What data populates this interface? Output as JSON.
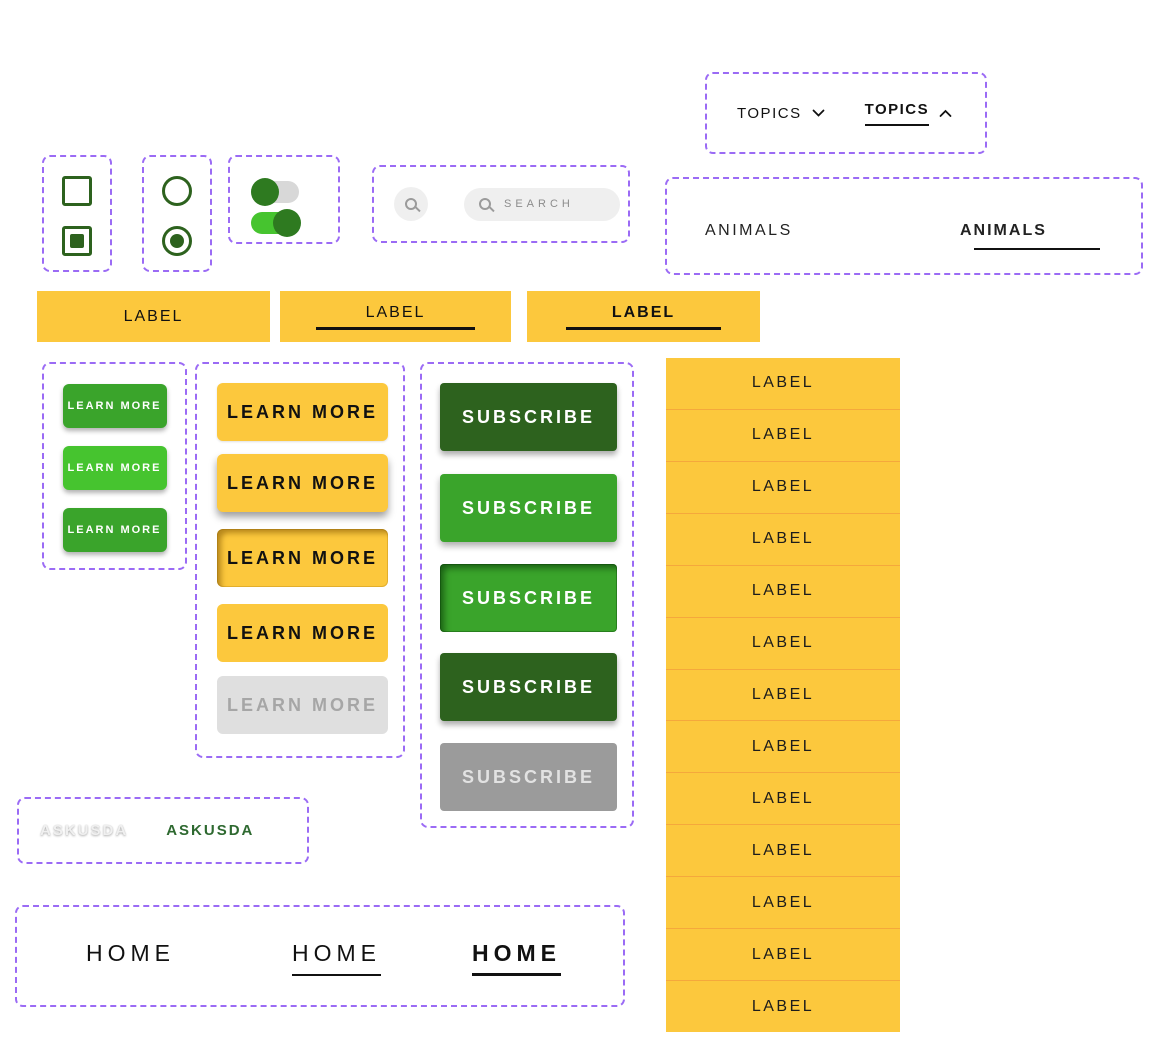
{
  "palette": {
    "purple": "#9B6BF5",
    "yellow": "#FCC83D",
    "yellow-line": "#F5A83C",
    "dark-green": "#2D621E",
    "green": "#3AA42B",
    "bright-green": "#46C42F",
    "knob-green": "#2E7A20",
    "track-gray": "#D8D8D8",
    "field-gray": "#EFEFEF",
    "field-text": "#8C8C8C",
    "disabled-bg": "#DFDFDF",
    "disabled-text": "#A6A6A6",
    "sub-disabled-bg": "#9B9B9B",
    "sub-disabled-text": "#E2E2E2",
    "link-green": "#2E6930",
    "ink": "#111111"
  },
  "topics": {
    "items": [
      {
        "label": "TOPICS"
      },
      {
        "label": "TOPICS"
      }
    ]
  },
  "search": {
    "placeholder": "SEARCH"
  },
  "animals": {
    "items": [
      {
        "label": "ANIMALS"
      },
      {
        "label": "ANIMALS"
      }
    ]
  },
  "label_bars": {
    "items": [
      {
        "label": "LABEL"
      },
      {
        "label": "LABEL"
      },
      {
        "label": "LABEL"
      }
    ]
  },
  "learn_more_small": {
    "items": [
      {
        "label": "LEARN MORE"
      },
      {
        "label": "LEARN MORE"
      },
      {
        "label": "LEARN MORE"
      }
    ]
  },
  "learn_more": {
    "items": [
      {
        "label": "LEARN MORE"
      },
      {
        "label": "LEARN MORE"
      },
      {
        "label": "LEARN MORE"
      },
      {
        "label": "LEARN MORE"
      },
      {
        "label": "LEARN MORE"
      }
    ]
  },
  "subscribe": {
    "items": [
      {
        "label": "SUBSCRIBE"
      },
      {
        "label": "SUBSCRIBE"
      },
      {
        "label": "SUBSCRIBE"
      },
      {
        "label": "SUBSCRIBE"
      },
      {
        "label": "SUBSCRIBE"
      }
    ]
  },
  "askusda": {
    "items": [
      {
        "label": "ASKUSDA"
      },
      {
        "label": "ASKUSDA"
      }
    ]
  },
  "home": {
    "items": [
      {
        "label": "HOME"
      },
      {
        "label": "HOME"
      },
      {
        "label": "HOME"
      }
    ]
  },
  "label_list": {
    "items": [
      "LABEL",
      "LABEL",
      "LABEL",
      "LABEL",
      "LABEL",
      "LABEL",
      "LABEL",
      "LABEL",
      "LABEL",
      "LABEL",
      "LABEL",
      "LABEL",
      "LABEL"
    ]
  }
}
